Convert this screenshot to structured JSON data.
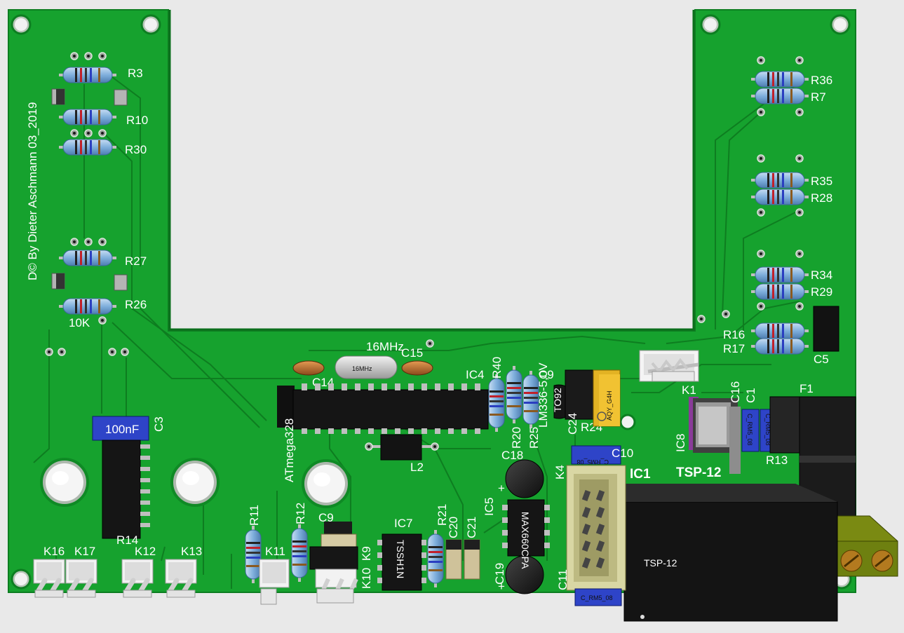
{
  "board": {
    "credit": "D© By Dieter Aschmann 03_2019",
    "colors": {
      "pcb": "#17a32e",
      "trace": "#0c7a1e",
      "hole": "#f0f0f0",
      "resistor": "#86b4de"
    }
  },
  "resistors": {
    "R3": "R3",
    "R10": "R10",
    "R30": "R30",
    "R27": "R27",
    "R26": "R26",
    "v10K": "10K",
    "R36": "R36",
    "R7": "R7",
    "R35": "R35",
    "R28": "R28",
    "R34": "R34",
    "R29": "R29",
    "R16": "R16",
    "R17": "R17",
    "R40": "R40",
    "R20": "R20",
    "R25": "R25",
    "R24": "R24",
    "R11": "R11",
    "R12": "R12",
    "R21": "R21",
    "R13": "R13",
    "R14": "R14"
  },
  "ics": {
    "IC4": "IC4",
    "IC1": "IC1",
    "IC5": "IC5",
    "IC7": "IC7",
    "IC8": "IC8",
    "mcu": "ATmega328",
    "lm": "LM336-5,0V"
  },
  "caps": {
    "C3": "C3",
    "C5": "C5",
    "C9": "C9",
    "C10": "C10",
    "C11": "C11",
    "C14": "C14",
    "C15": "C15",
    "C16": "C16",
    "C1": "C1",
    "C18": "C18",
    "C19": "C19",
    "C20": "C20",
    "C21": "C21",
    "C24": "C24",
    "C9b": "C9"
  },
  "connectors": {
    "K1": "K1",
    "K4": "K4",
    "K9": "K9",
    "K10": "K10",
    "K11": "K11",
    "K12": "K12",
    "K13": "K13",
    "K16": "K16",
    "K17": "K17"
  },
  "misc": {
    "F1": "F1",
    "L2": "L2",
    "crystal": "16MHz",
    "tsp_label": "TSP-12",
    "tsp_body": "TSP-12"
  },
  "body_text": {
    "cap100nf": "100nF",
    "crystal_body": "16MHz",
    "tso_body": "TSSH1N",
    "max_body": "MAX660CPA",
    "to92": "TO92",
    "relay": "AQY_G4H",
    "crm5a": "C_RM5_08",
    "crm5b": "C_RM5_08",
    "crm5c": "C_RM5_08",
    "crm5d": "C_RM5_08",
    "crm5e": "C_RM5_08",
    "plus1": "+",
    "plus2": "+"
  }
}
